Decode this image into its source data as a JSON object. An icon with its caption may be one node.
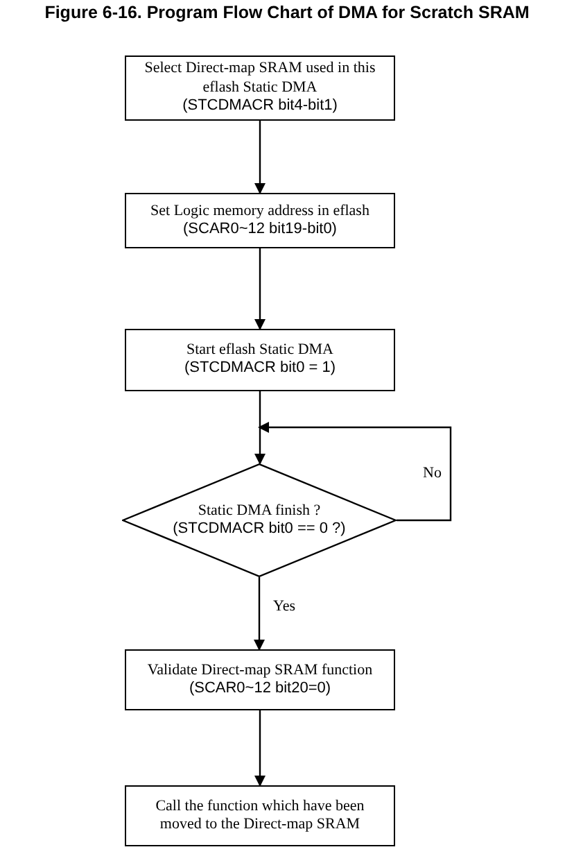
{
  "diagram": {
    "title": "Figure 6-16. Program Flow Chart of DMA for Scratch SRAM",
    "nodes": [
      {
        "text": [
          "Select Direct-map SRAM used in this eflash Static DMA",
          "(STCDMACR bit4-bit1)"
        ]
      },
      {
        "text": [
          "Set Logic memory address in eflash",
          "(SCAR0~12 bit19-bit0)"
        ]
      },
      {
        "text": [
          "Start eflash Static DMA",
          "(STCDMACR bit0 = 1)"
        ]
      },
      {
        "text": [
          "Static DMA finish ?",
          "(STCDMACR bit0 == 0 ?)"
        ]
      },
      {
        "text": [
          "Validate  Direct-map SRAM function",
          "(SCAR0~12 bit20=0)"
        ]
      },
      {
        "text": [
          "Call the function which have been moved to the Direct-map SRAM"
        ]
      }
    ],
    "edges": [
      {
        "from": 0,
        "to": 1,
        "arrow": "to"
      },
      {
        "from": 1,
        "to": 2,
        "arrow": "to"
      },
      {
        "from": 2,
        "to": 3,
        "arrow": "to"
      },
      {
        "from": 3,
        "to": 3,
        "arrow": "to",
        "label": "No"
      },
      {
        "from": 3,
        "to": 4,
        "arrow": "to",
        "label": "Yes"
      },
      {
        "from": 4,
        "to": 5,
        "arrow": "to"
      }
    ]
  }
}
